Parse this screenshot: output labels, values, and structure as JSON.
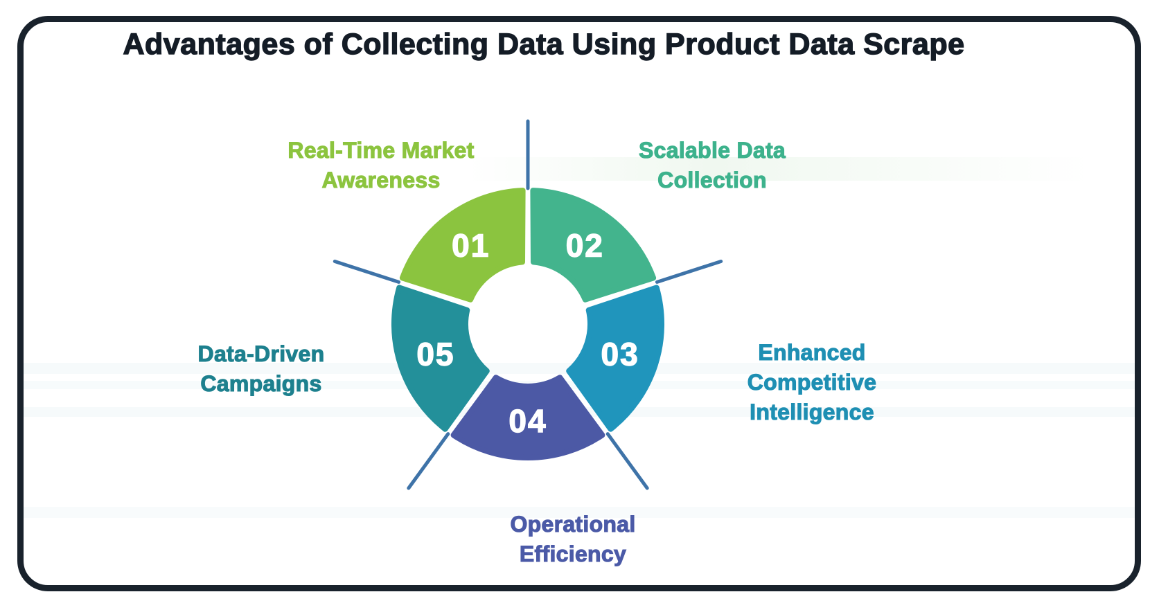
{
  "title": "Advantages of Collecting Data Using Product Data Scrape",
  "diagram": {
    "type": "circular-process-5-steps",
    "segments": [
      {
        "number": "01",
        "label": "Real-Time Market Awareness",
        "label_lines": [
          "Real-Time Market",
          "Awareness"
        ],
        "color": "#8BC43F",
        "start_angle": 288,
        "end_angle": 360
      },
      {
        "number": "02",
        "label": "Scalable Data Collection",
        "label_lines": [
          "Scalable Data",
          "Collection"
        ],
        "color": "#43B48D",
        "start_angle": 0,
        "end_angle": 72
      },
      {
        "number": "03",
        "label": "Enhanced Competitive Intelligence",
        "label_lines": [
          "Enhanced",
          "Competitive",
          "Intelligence"
        ],
        "color": "#2095BC",
        "start_angle": 72,
        "end_angle": 144
      },
      {
        "number": "04",
        "label": "Operational Efficiency",
        "label_lines": [
          "Operational",
          "Efficiency"
        ],
        "color": "#4C59A5",
        "start_angle": 144,
        "end_angle": 216
      },
      {
        "number": "05",
        "label": "Data-Driven Campaigns",
        "label_lines": [
          "Data-Driven",
          "Campaigns"
        ],
        "color": "#23909A",
        "start_angle": 216,
        "end_angle": 288
      }
    ],
    "label_colors": [
      "#8CC43F",
      "#3DB28C",
      "#1E8FB3",
      "#4B5AA7",
      "#1D808E"
    ],
    "colors": {
      "card_border": "#19222C",
      "title_text": "#141C26",
      "connector_line": "#3E73A8",
      "number_text": "#FFFFFF",
      "background": "#FFFFFF"
    }
  }
}
